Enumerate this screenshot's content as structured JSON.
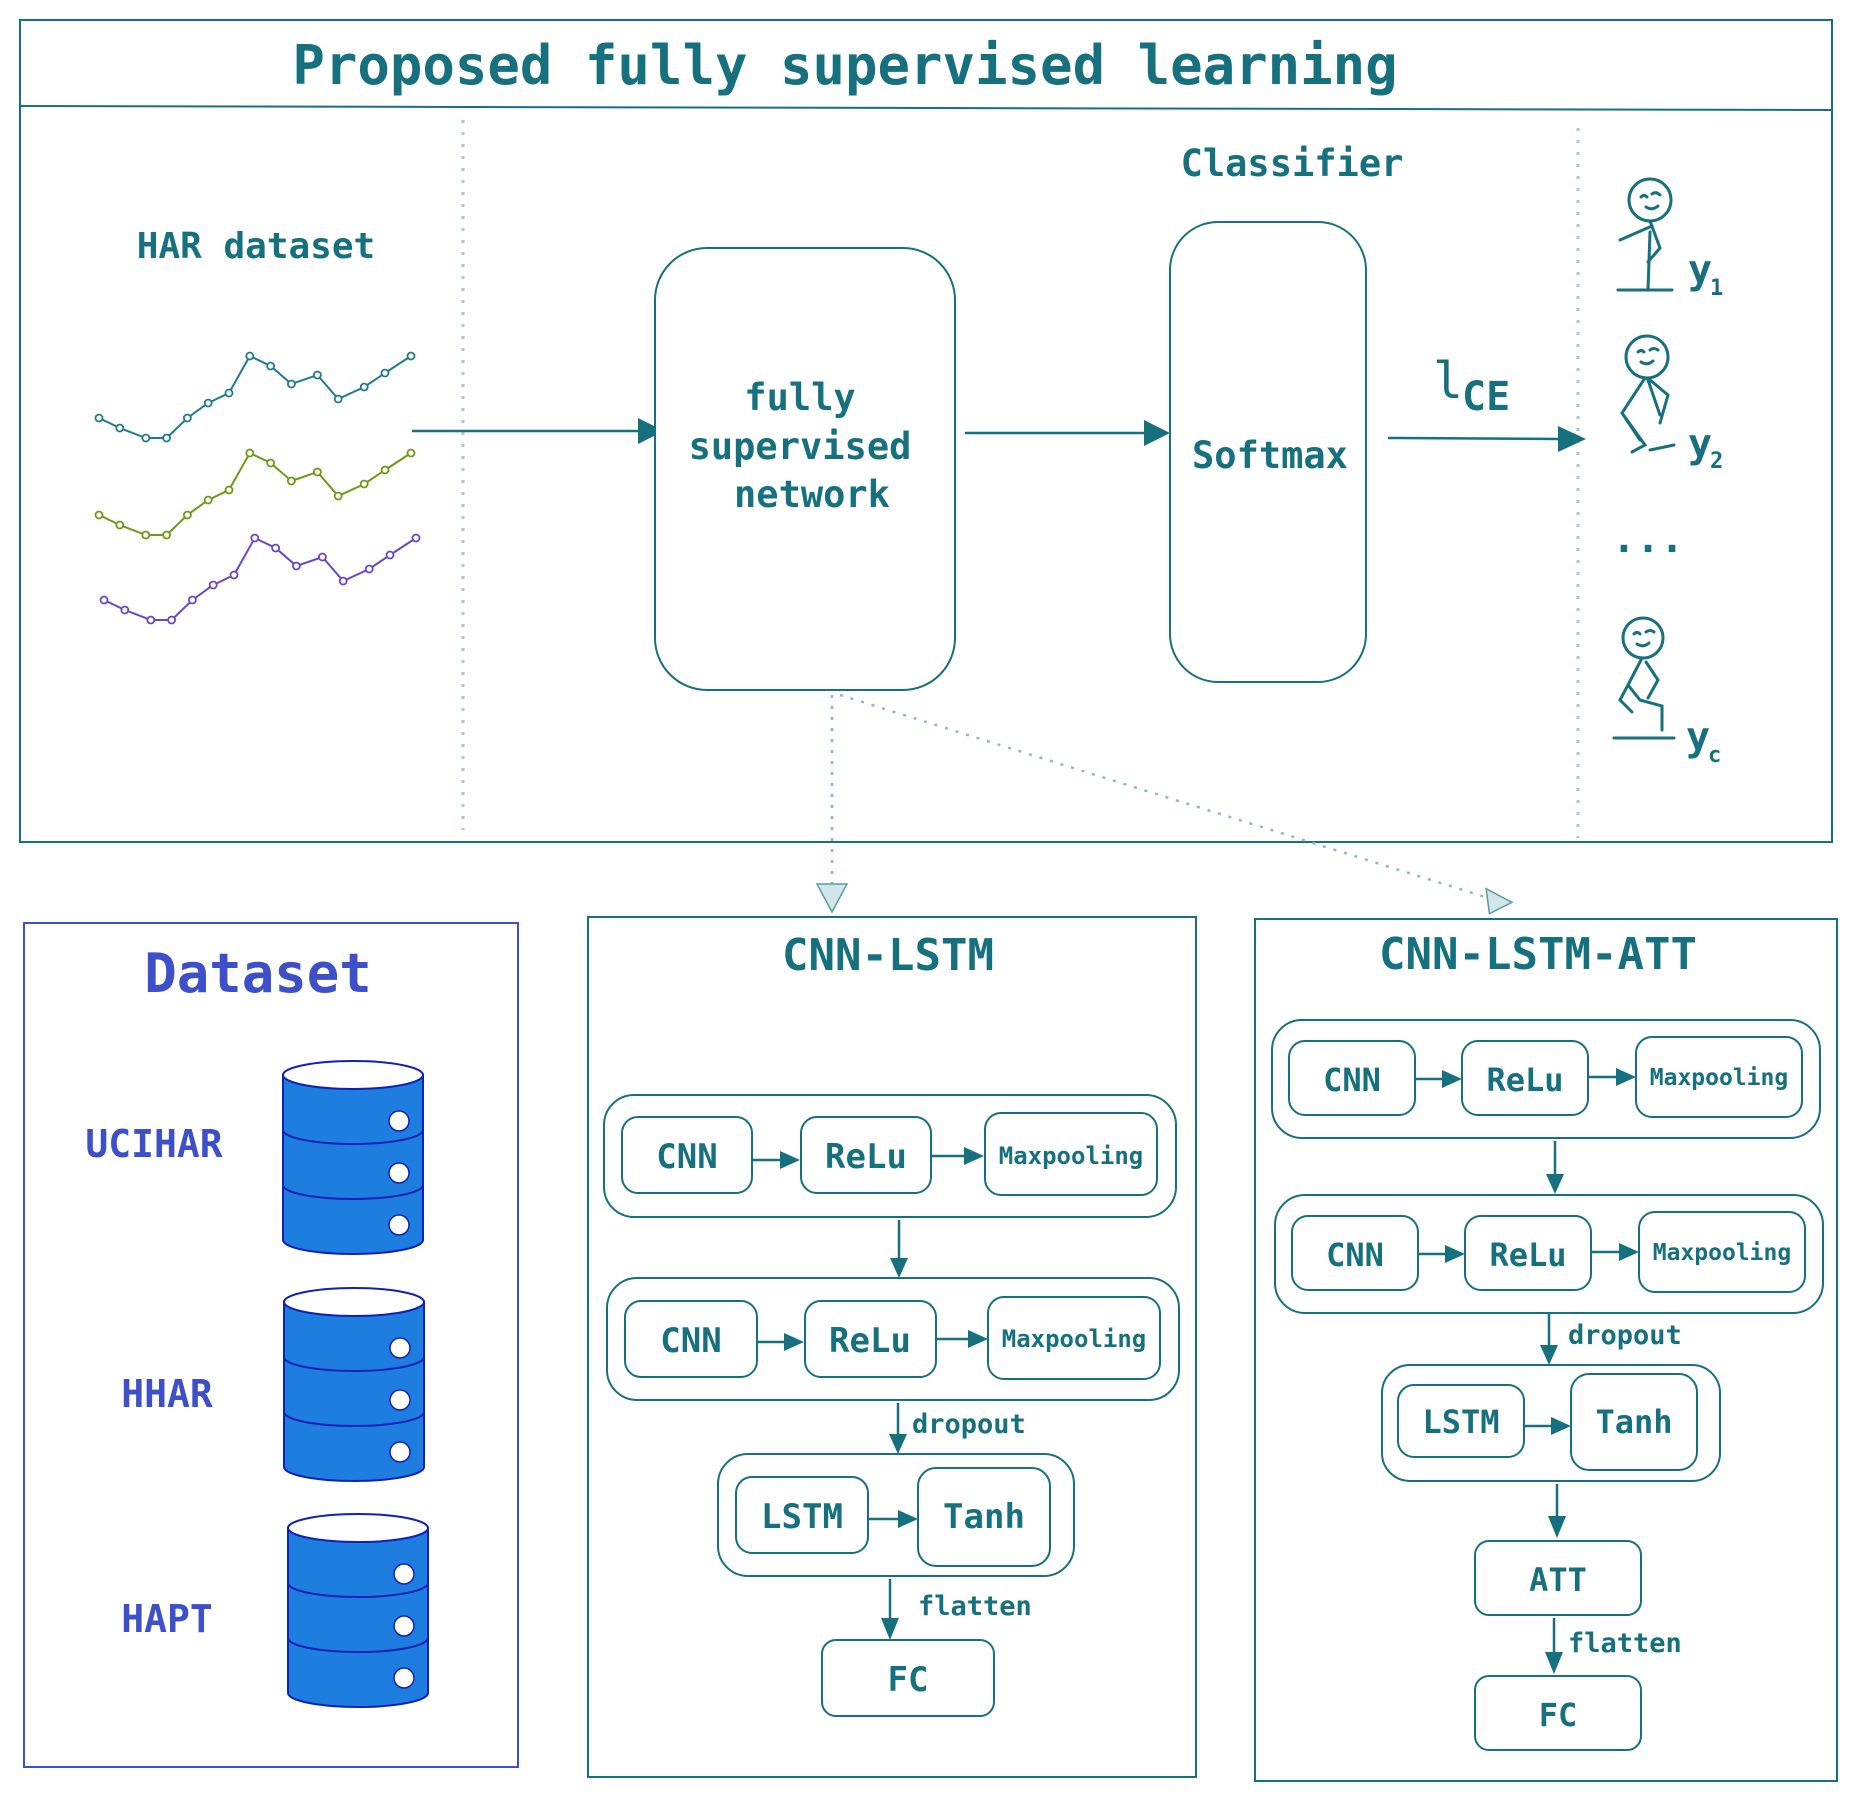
{
  "top_panel": {
    "title": "Proposed fully supervised learning",
    "dataset_label": "HAR dataset",
    "network_label_lines": [
      "fully",
      "supervised",
      "network"
    ],
    "classifier_label": "Classifier",
    "softmax_label": "Softmax",
    "loss_label": "l",
    "loss_subscript": "CE",
    "outputs": [
      {
        "symbol": "y",
        "subscript": "1"
      },
      {
        "symbol": "y",
        "subscript": "2"
      },
      {
        "symbol": "...",
        "subscript": ""
      },
      {
        "symbol": "y",
        "subscript": "c"
      }
    ],
    "series_colors": [
      "#1f7a8c",
      "#6a9a16",
      "#6a46c8"
    ]
  },
  "dataset_panel": {
    "title": "Dataset",
    "datasets": [
      "UCIHAR",
      "HHAR",
      "HAPT"
    ],
    "cylinder_color": "#1e7ee0"
  },
  "cnn_lstm_panel": {
    "title": "CNN-LSTM",
    "conv_blocks": [
      {
        "cnn": "CNN",
        "act": "ReLu",
        "pool": "Maxpooling"
      },
      {
        "cnn": "CNN",
        "act": "ReLu",
        "pool": "Maxpooling"
      }
    ],
    "dropout_label": "dropout",
    "lstm": "LSTM",
    "tanh": "Tanh",
    "flatten_label": "flatten",
    "fc": "FC"
  },
  "cnn_lstm_att_panel": {
    "title": "CNN-LSTM-ATT",
    "conv_blocks": [
      {
        "cnn": "CNN",
        "act": "ReLu",
        "pool": "Maxpooling"
      },
      {
        "cnn": "CNN",
        "act": "ReLu",
        "pool": "Maxpooling"
      }
    ],
    "dropout_label": "dropout",
    "lstm": "LSTM",
    "tanh": "Tanh",
    "att": "ATT",
    "flatten_label": "flatten",
    "fc": "FC"
  }
}
